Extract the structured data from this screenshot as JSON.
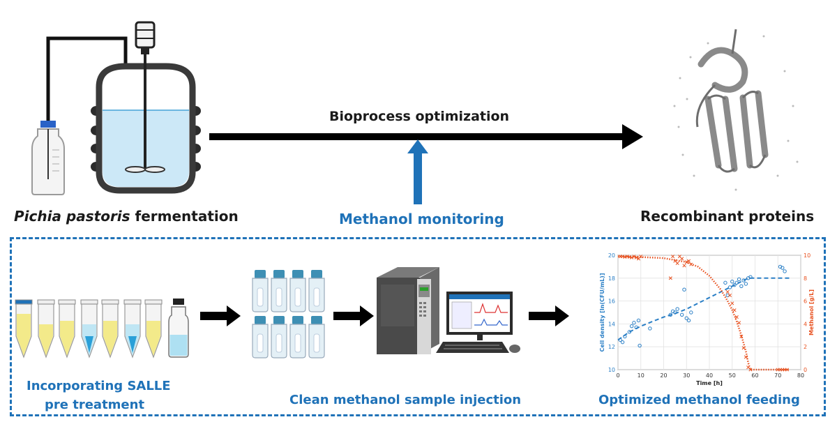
{
  "top": {
    "fermentation_label_italic": "Pichia pastoris",
    "fermentation_label_rest": " fermentation",
    "process_label": "Bioprocess optimization",
    "monitoring_label": "Methanol monitoring",
    "product_label": "Recombinant proteins"
  },
  "bottom": {
    "step1_line1": "Incorporating SALLE",
    "step1_line2": "pre treatment",
    "step2_label": "Clean methanol sample injection",
    "step3_label": "Optimized methanol feeding"
  },
  "colors": {
    "accent_blue": "#1f72b8",
    "orange": "#e8501e",
    "point_blue": "#2a7fc6"
  },
  "chart_data": {
    "type": "scatter",
    "xlabel": "Time [h]",
    "ylabel": "Cell density [ln(CFU/mL)]",
    "y2label": "Methanol [g/L]",
    "xlim": [
      0,
      80
    ],
    "ylim": [
      10,
      20
    ],
    "y2lim": [
      0,
      10
    ],
    "xticks": [
      "0",
      "10",
      "20",
      "30",
      "40",
      "50",
      "60",
      "70",
      "80"
    ],
    "yticks": [
      "10",
      "12",
      "14",
      "16",
      "18",
      "20"
    ],
    "y2ticks": [
      "0",
      "2",
      "4",
      "6",
      "8",
      "10"
    ],
    "grid": true,
    "series": [
      {
        "axis": "left",
        "marker": "circle",
        "x": [
          1,
          2,
          3,
          5,
          6,
          7,
          8,
          9,
          9.5,
          14,
          23,
          24,
          25,
          26,
          28,
          29,
          30,
          31,
          32,
          47,
          48,
          49,
          50,
          51,
          52,
          53,
          54,
          55,
          56,
          57,
          58,
          71,
          72,
          73
        ],
        "y": [
          12.6,
          12.4,
          12.9,
          13.3,
          13.8,
          14.1,
          13.7,
          14.3,
          12.1,
          13.6,
          14.8,
          15.1,
          15.0,
          15.3,
          14.8,
          17.0,
          14.5,
          14.3,
          15.0,
          17.6,
          16.5,
          17.2,
          17.7,
          17.4,
          17.6,
          17.9,
          17.3,
          17.8,
          17.5,
          18.0,
          18.1,
          19.0,
          18.9,
          18.6
        ]
      },
      {
        "axis": "left",
        "style": "dashed-fit",
        "x": [
          0,
          5,
          10,
          15,
          20,
          25,
          30,
          35,
          40,
          45,
          50,
          55,
          57,
          60,
          65,
          70,
          75
        ],
        "y": [
          12.6,
          13.3,
          13.8,
          14.2,
          14.6,
          14.9,
          15.3,
          15.8,
          16.3,
          16.8,
          17.3,
          17.8,
          18.0,
          18.0,
          18.0,
          18.0,
          18.0
        ]
      },
      {
        "axis": "right",
        "marker": "x",
        "x": [
          1,
          2,
          3,
          4,
          5,
          6,
          7,
          8,
          9,
          10,
          23,
          24,
          25,
          26,
          27,
          28,
          29,
          30,
          31,
          32,
          48,
          49,
          50,
          51,
          52,
          53,
          54,
          55,
          56,
          57,
          58,
          70,
          71,
          72,
          73,
          74
        ],
        "y": [
          9.9,
          9.9,
          9.85,
          9.9,
          9.85,
          9.8,
          9.9,
          9.8,
          9.7,
          9.9,
          8.0,
          9.9,
          9.5,
          9.3,
          9.9,
          9.7,
          9.1,
          9.4,
          9.5,
          9.2,
          6.8,
          6.5,
          5.8,
          5.2,
          4.6,
          4.1,
          2.9,
          1.9,
          1.1,
          0.2,
          0,
          0,
          0,
          0,
          0,
          0
        ]
      },
      {
        "axis": "right",
        "style": "dotted-fit",
        "x": [
          0,
          10,
          20,
          30,
          35,
          40,
          45,
          48,
          50,
          52,
          54,
          56,
          57,
          58,
          60,
          65,
          70,
          75
        ],
        "y": [
          9.9,
          9.85,
          9.75,
          9.4,
          9.0,
          8.2,
          7.0,
          6.0,
          5.2,
          4.2,
          3.0,
          1.6,
          0.6,
          0,
          0,
          0,
          0,
          0
        ]
      }
    ]
  }
}
